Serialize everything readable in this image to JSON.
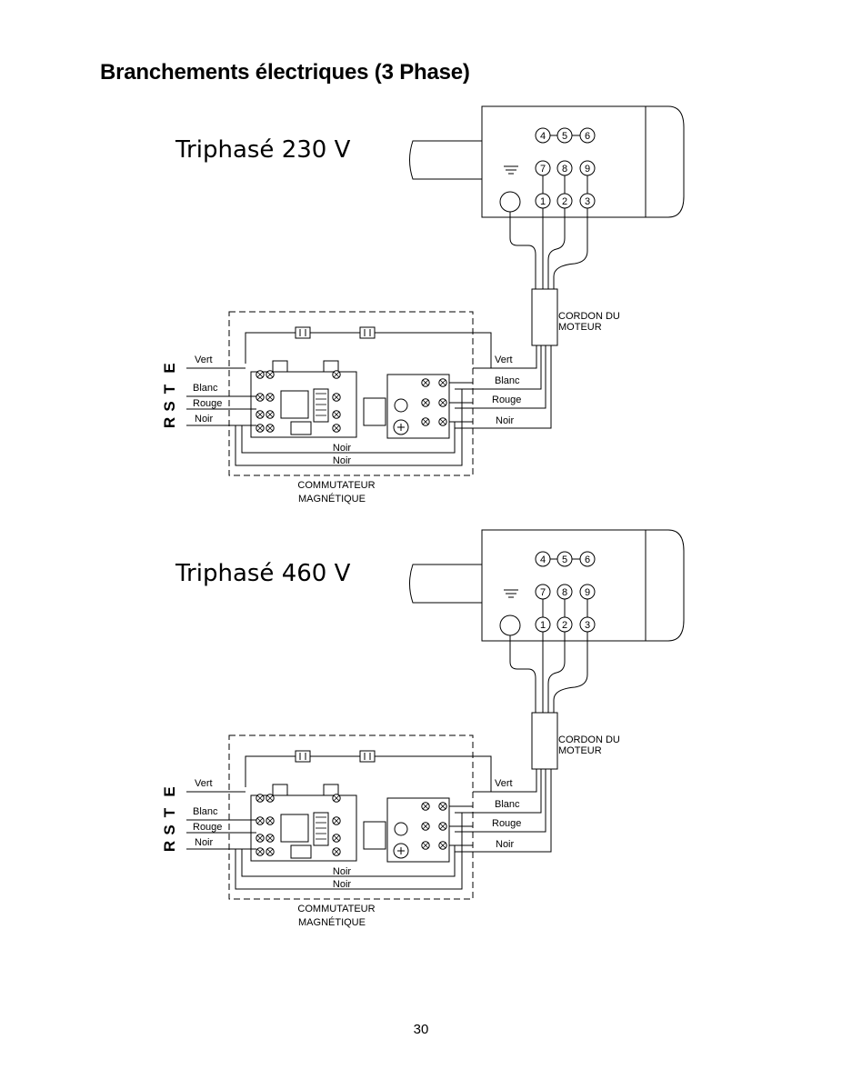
{
  "page": {
    "title": "Branchements électriques (3 Phase)",
    "page_number": "30"
  },
  "diagrams": [
    {
      "heading": "Triphasé 230 V",
      "terminals_top": [
        "4",
        "5",
        "6"
      ],
      "terminals_mid": [
        "7",
        "8",
        "9"
      ],
      "terminals_bot": [
        "1",
        "2",
        "3"
      ],
      "cord_label_1": "CORDON DU",
      "cord_label_2": "MOTEUR",
      "switch_label_1": "COMMUTATEUR",
      "switch_label_2": "MAGNÉTIQUE",
      "input_wires": [
        "Vert",
        "Blanc",
        "Rouge",
        "Noir"
      ],
      "output_wires": [
        "Vert",
        "Blanc",
        "Rouge",
        "Noir"
      ],
      "inner_wires": [
        "Noir",
        "Noir"
      ],
      "phase_letters": [
        "R",
        "S",
        "T",
        "E"
      ]
    },
    {
      "heading": "Triphasé 460 V",
      "terminals_top": [
        "4",
        "5",
        "6"
      ],
      "terminals_mid": [
        "7",
        "8",
        "9"
      ],
      "terminals_bot": [
        "1",
        "2",
        "3"
      ],
      "cord_label_1": "CORDON DU",
      "cord_label_2": "MOTEUR",
      "switch_label_1": "COMMUTATEUR",
      "switch_label_2": "MAGNÉTIQUE",
      "input_wires": [
        "Vert",
        "Blanc",
        "Rouge",
        "Noir"
      ],
      "output_wires": [
        "Vert",
        "Blanc",
        "Rouge",
        "Noir"
      ],
      "inner_wires": [
        "Noir",
        "Noir"
      ],
      "phase_letters": [
        "R",
        "S",
        "T",
        "E"
      ]
    }
  ]
}
